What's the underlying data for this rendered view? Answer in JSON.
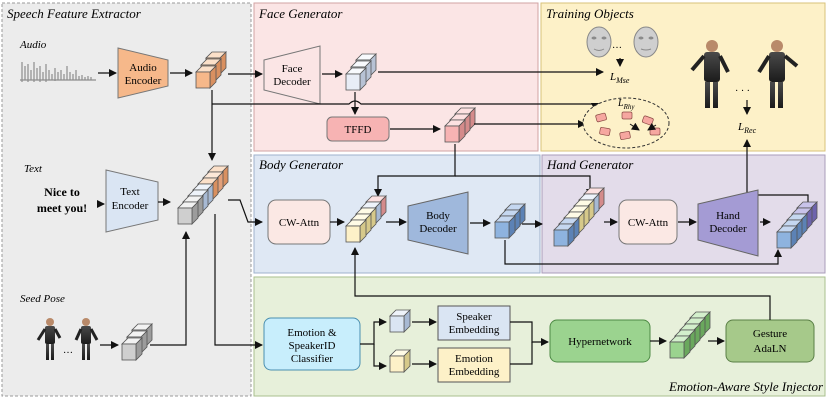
{
  "panels": {
    "speech": "Speech Feature Extractor",
    "face": "Face Generator",
    "training": "Training Objects",
    "body": "Body Generator",
    "hand": "Hand Generator",
    "style": "Emotion-Aware Style Injector"
  },
  "inputs": {
    "audio": "Audio",
    "text": "Text",
    "text_line1": "Nice to",
    "text_line2": "meet you!",
    "seed_pose": "Seed Pose"
  },
  "blocks": {
    "audio_encoder_1": "Audio",
    "audio_encoder_2": "Encoder",
    "text_encoder_1": "Text",
    "text_encoder_2": "Encoder",
    "face_decoder_1": "Face",
    "face_decoder_2": "Decoder",
    "tffd": "TFFD",
    "cw_attn_body": "CW-Attn",
    "body_decoder_1": "Body",
    "body_decoder_2": "Decoder",
    "cw_attn_hand": "CW-Attn",
    "hand_decoder_1": "Hand",
    "hand_decoder_2": "Decoder",
    "classifier_1": "Emotion &",
    "classifier_2": "SpeakerID",
    "classifier_3": "Classifier",
    "speaker_emb_1": "Speaker",
    "speaker_emb_2": "Embedding",
    "emotion_emb_1": "Emotion",
    "emotion_emb_2": "Embedding",
    "hypernetwork": "Hypernetwork",
    "gesture_adaln_1": "Gesture",
    "gesture_adaln_2": "AdaLN"
  },
  "losses": {
    "mse_base": "L",
    "mse_sub": "Mse",
    "rhy_base": "L",
    "rhy_sub": "Rhy",
    "rec_base": "L",
    "rec_sub": "Rec"
  },
  "marks": {
    "ellipsis": "…",
    "dots": "·  ·  ·"
  },
  "colors": {
    "speech_bg": "#ececec",
    "face_bg": "#fbe5e5",
    "training_bg": "#fdf1c8",
    "body_bg": "#dfe8f4",
    "hand_bg": "#e3dcea",
    "style_bg": "#e7f0da",
    "audio_cube": "#f6b88a",
    "face_cube": "#e8edf6",
    "tffd": "#f7b3b3",
    "body_cube": "#8eb3df",
    "classifier": "#c8eefc",
    "hypernetwork": "#9bd38f"
  }
}
